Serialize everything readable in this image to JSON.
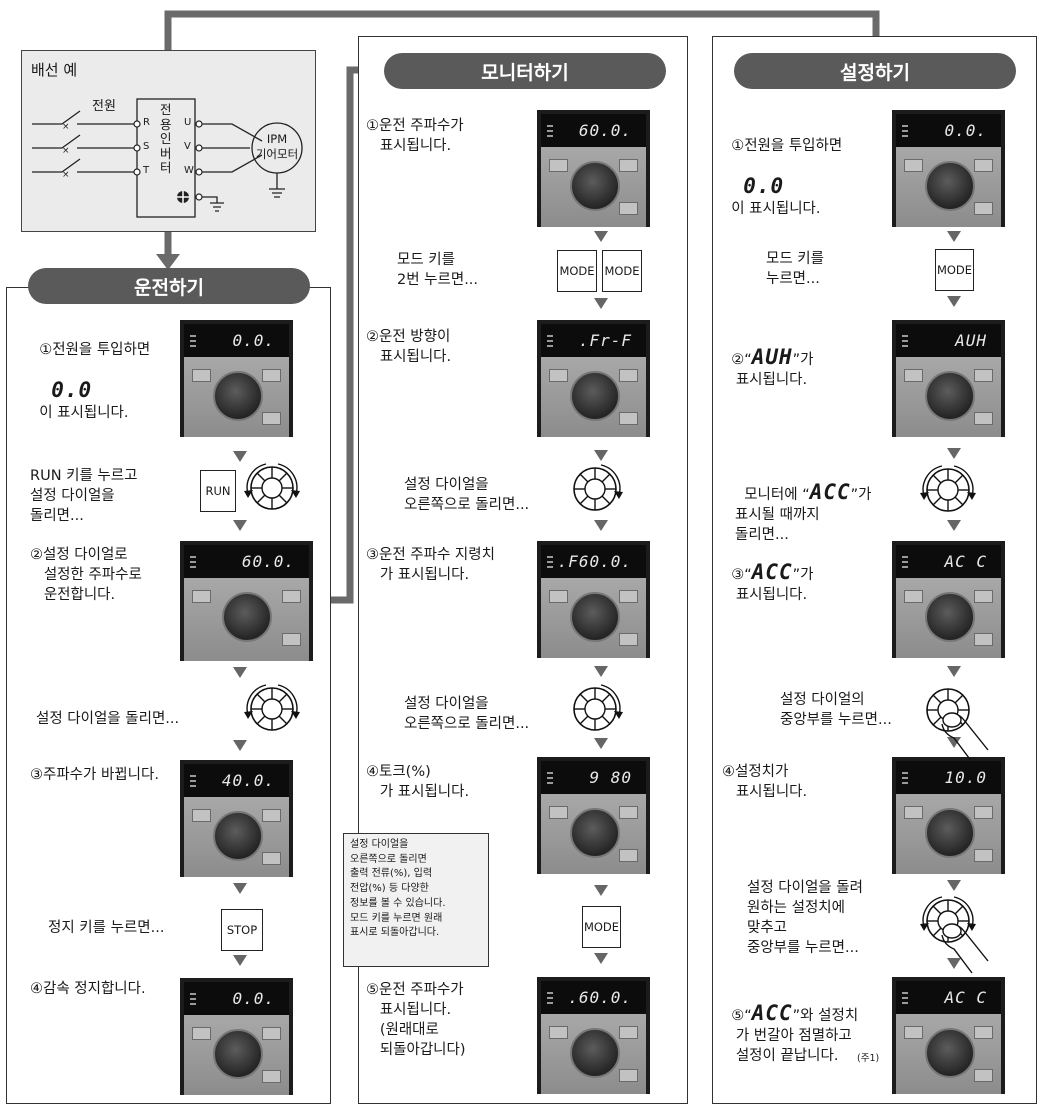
{
  "wiring": {
    "title": "배선 예",
    "power_label": "전원",
    "inverter_label": "전\n용\n인\n버\n터",
    "terminals_in": [
      "R",
      "S",
      "T"
    ],
    "terminals_out": [
      "U",
      "V",
      "W"
    ],
    "motor_label": "IPM\n기어모터"
  },
  "columns": {
    "operation": {
      "title": "운전하기",
      "steps": [
        {
          "pre": "①전원을 투입하면",
          "seg": "0.0",
          "post": "이 표시됩니다.",
          "display": "0.0."
        },
        {
          "action": "RUN 키를 누르고\n설정 다이얼을\n돌리면...",
          "key": "RUN"
        },
        {
          "text": "②설정 다이얼로\n   설정한 주파수로\n   운전합니다.",
          "display": "60.0."
        },
        {
          "action": "설정 다이얼을 돌리면..."
        },
        {
          "text": "③주파수가 바뀝니다.",
          "display": "40.0."
        },
        {
          "action": "정지 키를 누르면...",
          "key": "STOP"
        },
        {
          "text": "④감속 정지합니다.",
          "display": "0.0."
        }
      ]
    },
    "monitor": {
      "title": "모니터하기",
      "steps": [
        {
          "text": "①운전 주파수가\n   표시됩니다.",
          "display": "60.0."
        },
        {
          "action": "모드 키를\n2번 누르면...",
          "keys": [
            "MODE",
            "MODE"
          ]
        },
        {
          "text": "②운전 방향이\n   표시됩니다.",
          "display": ".Fr-F"
        },
        {
          "action": "설정 다이얼을\n오른쪽으로 돌리면..."
        },
        {
          "text": "③운전 주파수 지령치\n   가 표시됩니다.",
          "display": ".F60.0."
        },
        {
          "action": "설정 다이얼을\n오른쪽으로 돌리면..."
        },
        {
          "text": "④토크(%)\n   가 표시됩니다.",
          "display": "9 80"
        },
        {
          "key": "MODE"
        },
        {
          "text": "⑤운전 주파수가\n   표시됩니다.\n   (원래대로\n   되돌아갑니다)",
          "display": ".60.0."
        }
      ],
      "note": "설정 다이얼을\n오른쪽으로 돌리면\n출력 전류(%), 입력\n전압(%) 등 다양한\n정보를 볼 수 있습니다.\n모드 키를 누르면 원래\n표시로 되돌아갑니다."
    },
    "setting": {
      "title": "설정하기",
      "steps": [
        {
          "pre": "①전원을 투입하면",
          "seg": "0.0",
          "post": "이 표시됩니다.",
          "display": "0.0."
        },
        {
          "action": "모드 키를\n누르면...",
          "key": "MODE"
        },
        {
          "pre": "②“",
          "seg": "AUH",
          "post": "”가\n   표시됩니다.",
          "display": "AUH"
        },
        {
          "pre": "모니터에 “",
          "seg": "ACC",
          "post": "”가\n표시될 때까지\n돌리면..."
        },
        {
          "pre": "③“",
          "seg": "ACC",
          "post": "”가\n   표시됩니다.",
          "display": "AC C"
        },
        {
          "action": "설정 다이얼의\n중앙부를 누르면..."
        },
        {
          "text": "④설정치가\n   표시됩니다.",
          "display": "10.0"
        },
        {
          "action": "설정 다이얼을 돌려\n원하는 설정치에\n맞추고\n중앙부를 누르면..."
        },
        {
          "pre": "⑤“",
          "seg": "ACC",
          "post": "”와 설정치\n   가 번갈아 점멸하고\n   설정이 끝납니다.",
          "footnote": "(주1)",
          "display": "AC C"
        }
      ]
    }
  }
}
